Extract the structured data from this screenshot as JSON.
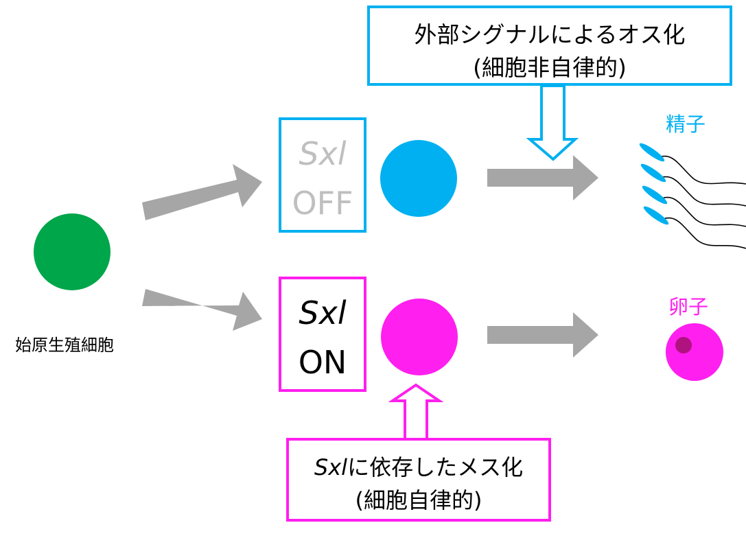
{
  "colors": {
    "germ_cell": "#00a64a",
    "male": "#00b0f0",
    "female": "#ff1fef",
    "arrow_gray": "#a6a6a6",
    "off_text": "#bfbfbf",
    "egg_nucleus": "#b0127f"
  },
  "germ_cell_label": "始原生殖細胞",
  "switch_off": {
    "gene": "Sxl",
    "state": "OFF"
  },
  "switch_on": {
    "gene": "Sxl",
    "state": "ON"
  },
  "male_callout": {
    "line1": "外部シグナルによるオス化",
    "line2": "(細胞非自律的)"
  },
  "female_callout": {
    "gene": "Sxl",
    "line1_rest": "に依存したメス化",
    "line2": "(細胞自律的)"
  },
  "sperm_label": "精子",
  "egg_label": "卵子"
}
